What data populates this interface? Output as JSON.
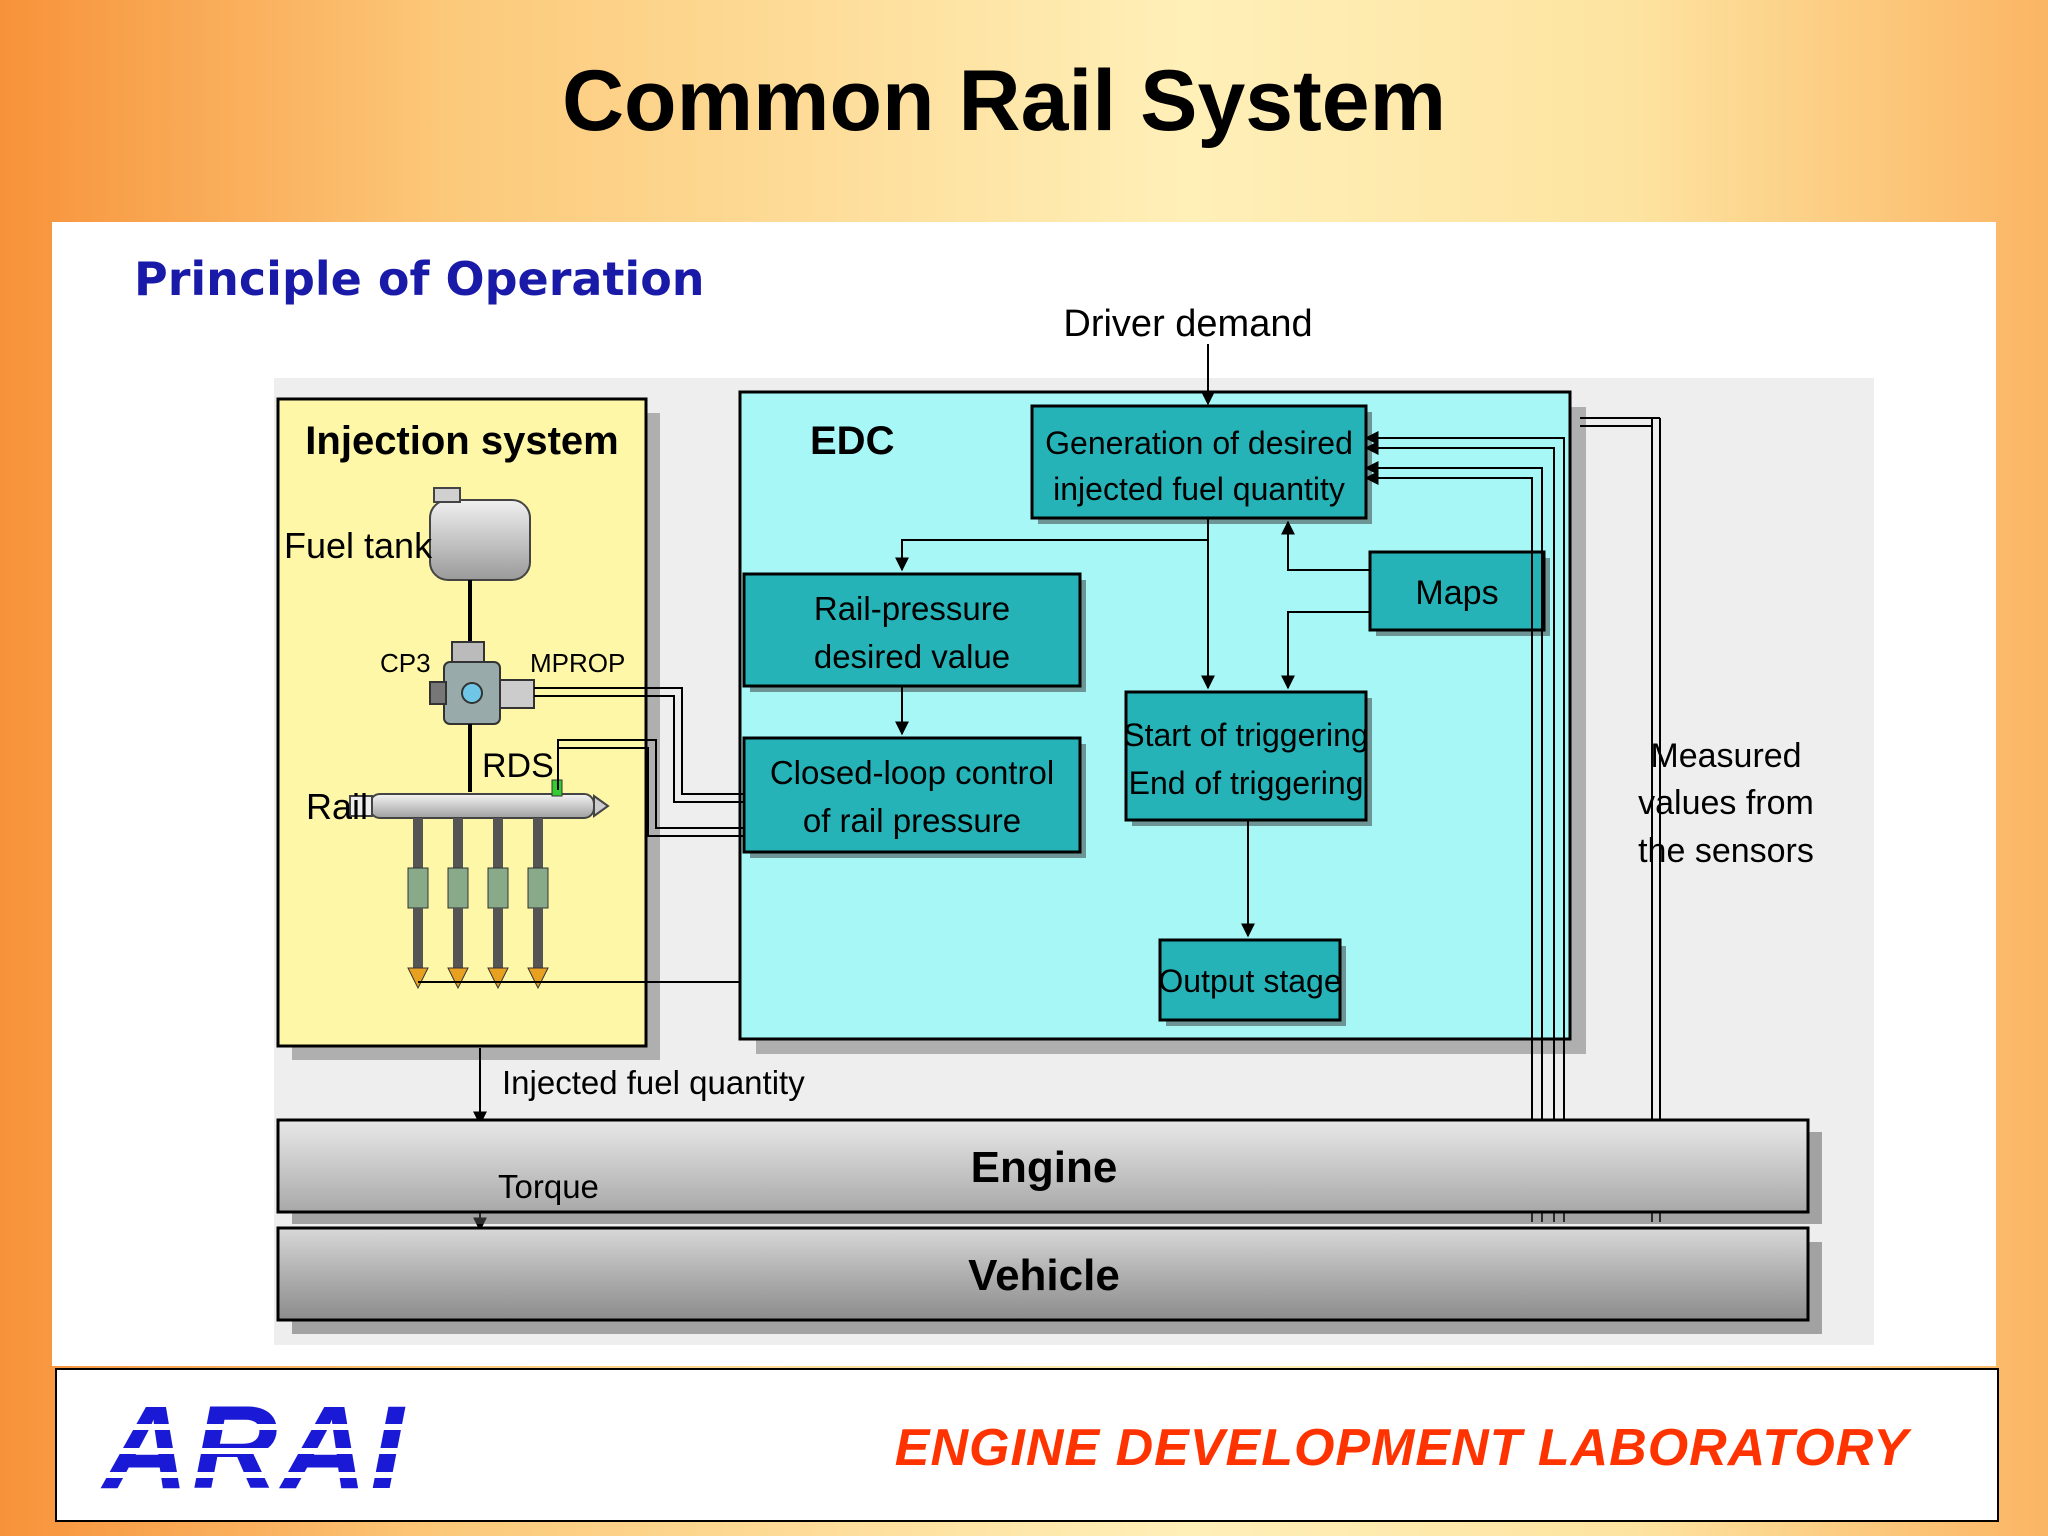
{
  "slide": {
    "title": "Common Rail System"
  },
  "diagram": {
    "heading": "Principle of Operation",
    "driver_demand": "Driver demand",
    "injection_system": {
      "title": "Injection system",
      "fuel_tank": "Fuel tank",
      "cp3": "CP3",
      "mprop": "MPROP",
      "rds": "RDS",
      "rail": "Rail"
    },
    "edc": {
      "title": "EDC",
      "generation_line1": "Generation of desired",
      "generation_line2": "injected fuel quantity",
      "rail_pressure_line1": "Rail-pressure",
      "rail_pressure_line2": "desired value",
      "maps": "Maps",
      "closed_loop_line1": "Closed-loop control",
      "closed_loop_line2": "of rail pressure",
      "triggering_line1": "Start of triggering",
      "triggering_line2": "End of triggering",
      "output_stage": "Output stage"
    },
    "measured_line1": "Measured",
    "measured_line2": "values from",
    "measured_line3": "the sensors",
    "injected_fuel_quantity": "Injected fuel quantity",
    "torque": "Torque",
    "engine": "Engine",
    "vehicle": "Vehicle"
  },
  "footer": {
    "logo_text": "ARAI",
    "lab_name": "ENGINE DEVELOPMENT LABORATORY"
  },
  "colors": {
    "edc_fill": "#a8f7f7",
    "box_teal": "#25b3b8",
    "injection_fill": "#fff7a8",
    "logo_blue": "#1a1ad6",
    "lab_red": "#ff3300"
  }
}
